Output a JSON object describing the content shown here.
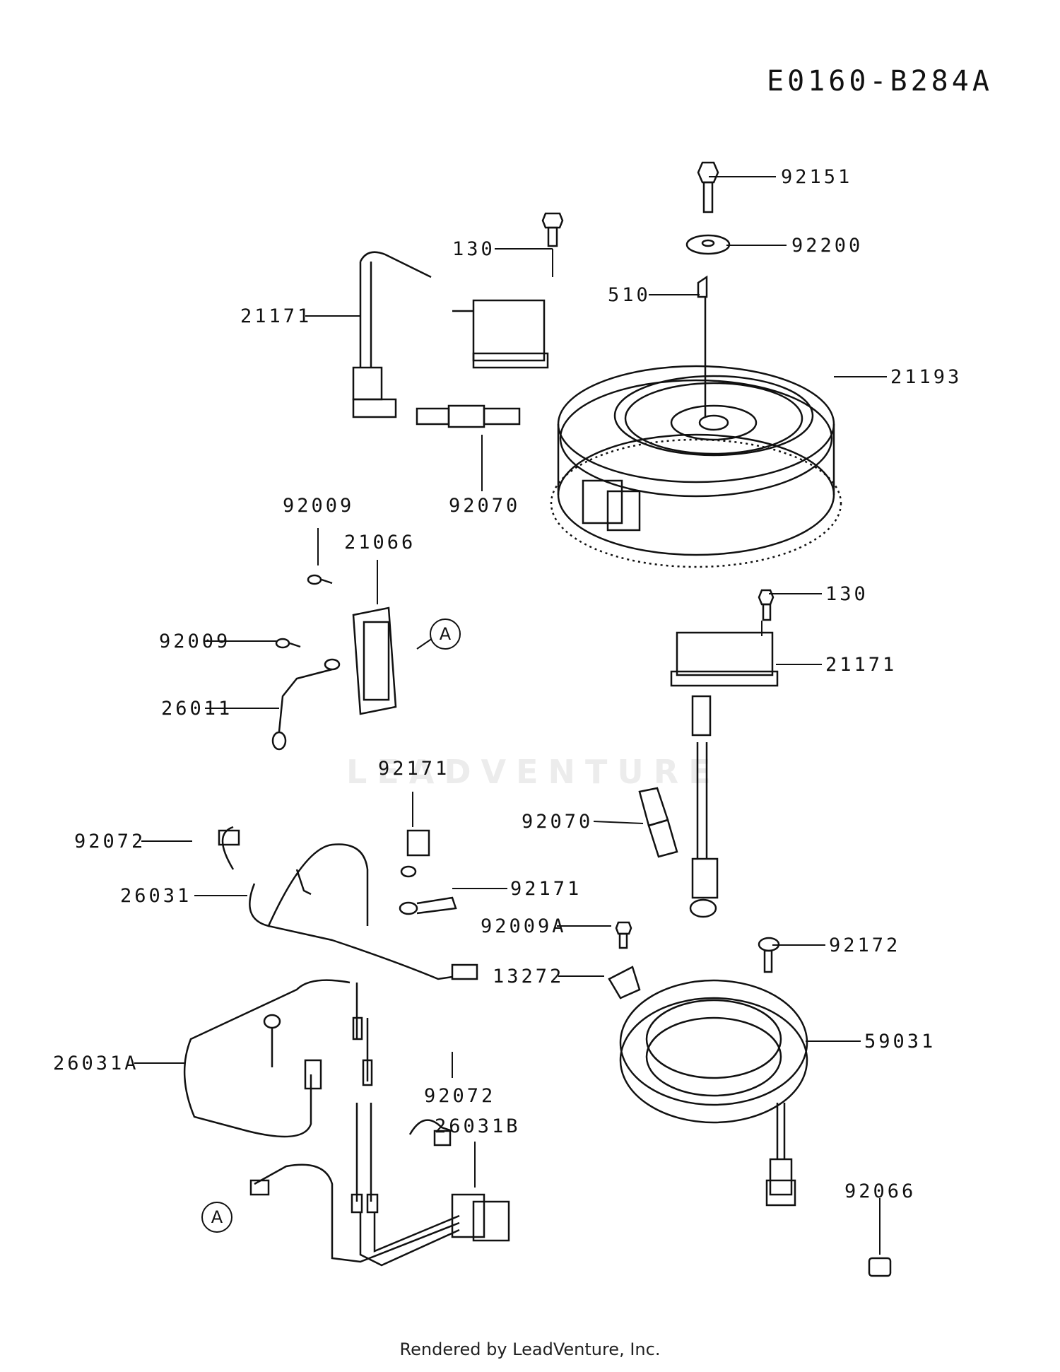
{
  "diagram_code": "E0160-B284A",
  "footer": "Rendered by LeadVenture, Inc.",
  "watermark": "LEADVENTURE",
  "callouts": {
    "a1": "A",
    "a2": "A"
  },
  "labels": {
    "p92151": "92151",
    "p92200": "92200",
    "p130_top": "130",
    "p510": "510",
    "p21171_top": "21171",
    "p21193": "21193",
    "p92070_top": "92070",
    "p92009_top": "92009",
    "p21066": "21066",
    "p92009_mid": "92009",
    "p26011": "26011",
    "p130_right": "130",
    "p21171_right": "21171",
    "p92171_top": "92171",
    "p92070_right": "92070",
    "p92072_left": "92072",
    "p26031": "26031",
    "p92171_right": "92171",
    "p92009A": "92009A",
    "p13272": "13272",
    "p92172": "92172",
    "p59031": "59031",
    "p26031A": "26031A",
    "p92072_bottom": "92072",
    "p26031B": "26031B",
    "p92066": "92066"
  }
}
